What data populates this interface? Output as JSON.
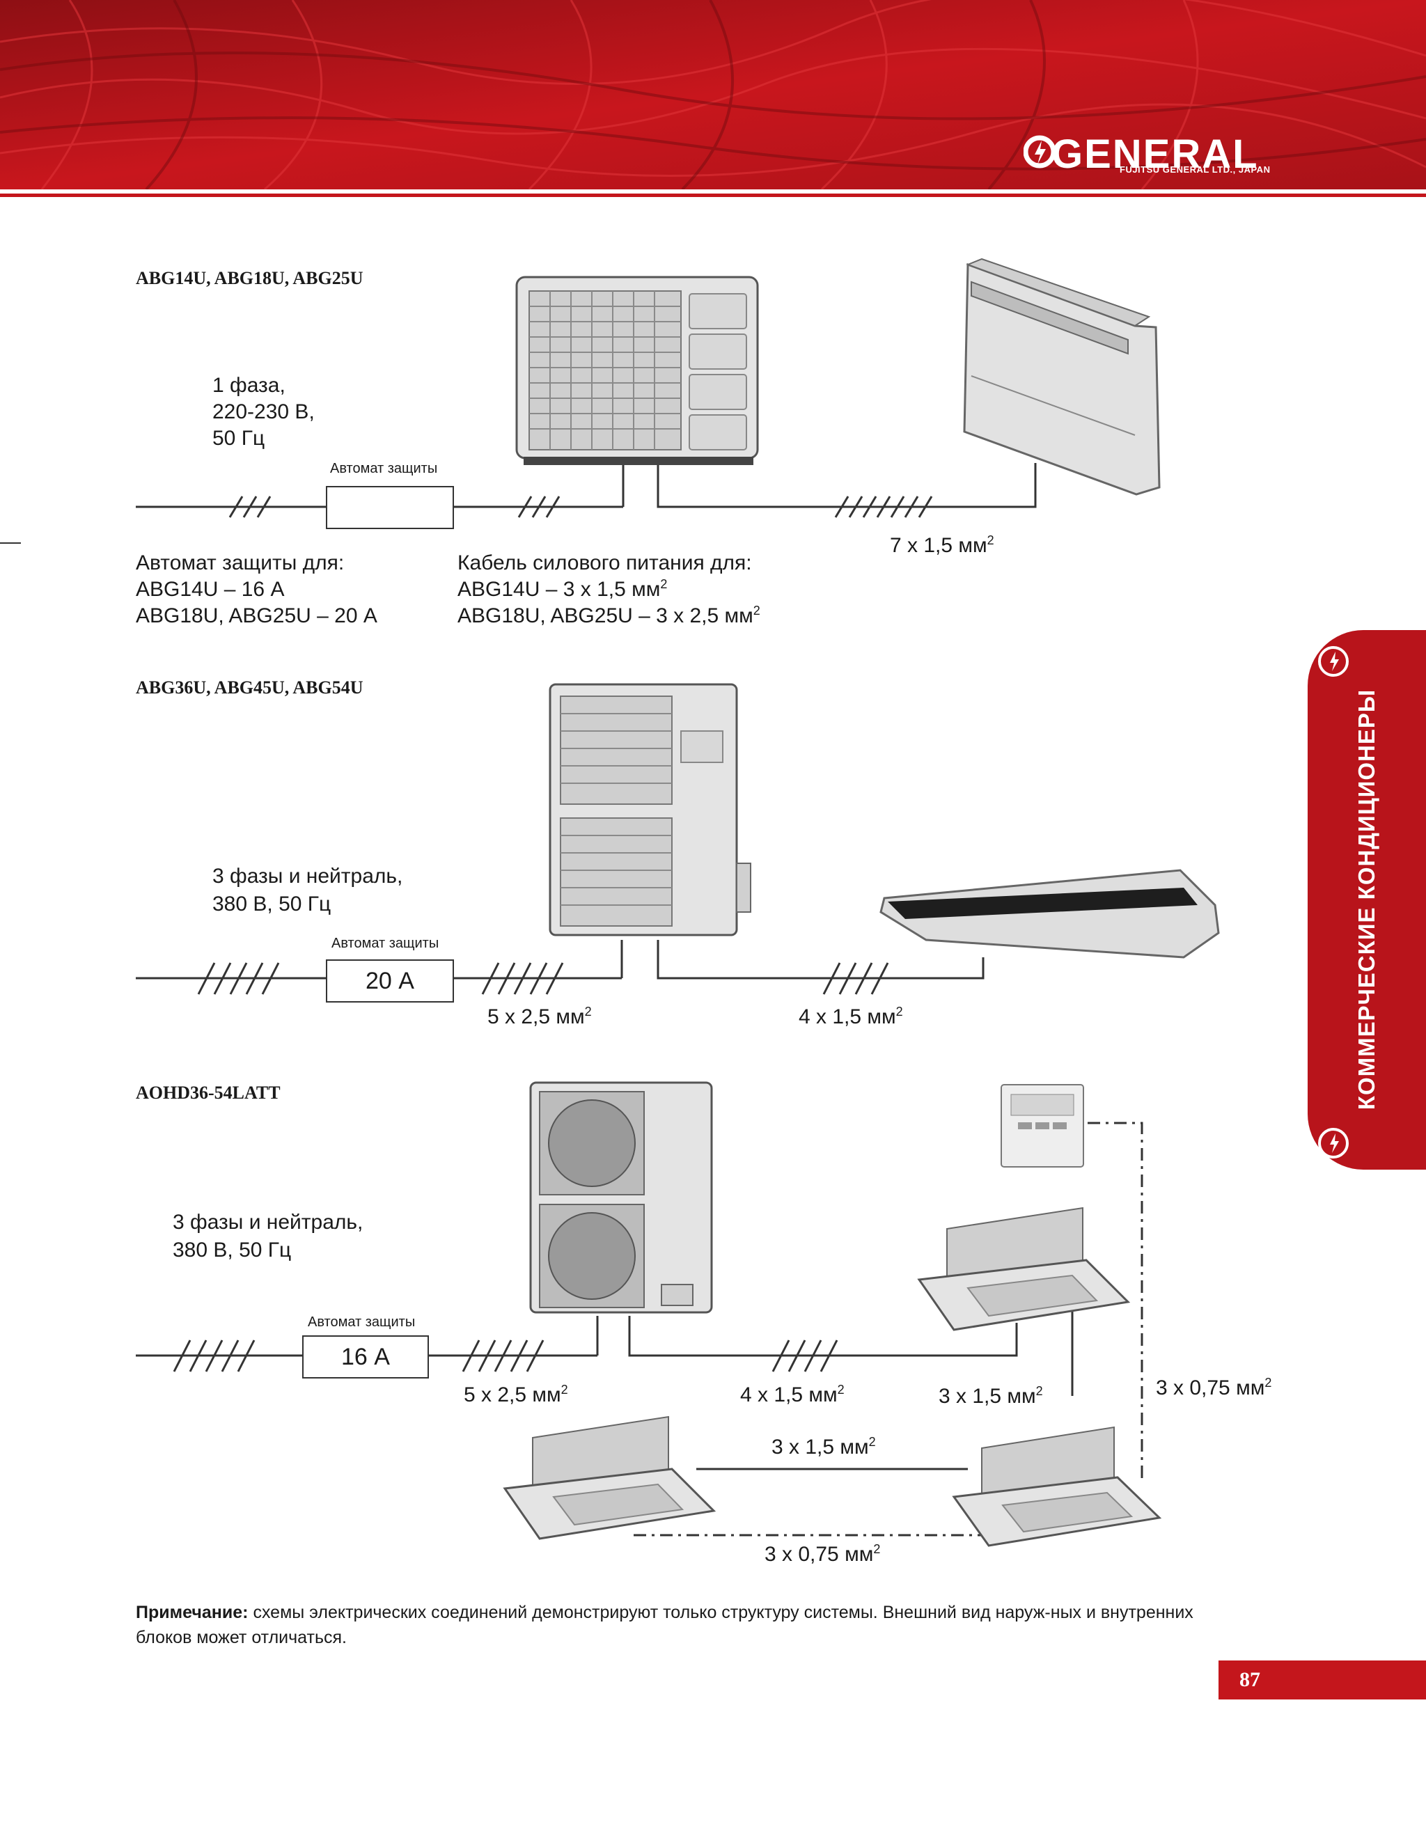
{
  "brand": {
    "logo": "GENERAL",
    "sub": "FUJITSU GENERAL LTD., JAPAN",
    "accent": "#c4161c"
  },
  "side_tab": {
    "label": "КОММЕРЧЕСКИЕ КОНДИЦИОНЕРЫ"
  },
  "page_number": "87",
  "sections": [
    {
      "title": "ABG14U, ABG18U, ABG25U",
      "power": [
        "1 фаза,",
        "220-230 В,",
        "50 Гц"
      ],
      "breaker_label": "Автомат защиты",
      "breaker_value": "",
      "cable_right": "7 x 1,5 мм",
      "breaker_note": [
        "Автомат защиты для:",
        "ABG14U – 16 А",
        "ABG18U, ABG25U – 20 А"
      ],
      "cable_note": [
        "Кабель силового питания для:",
        "ABG14U – 3 x 1,5 мм",
        "ABG18U, ABG25U – 3 x 2,5 мм"
      ]
    },
    {
      "title": "ABG36U, ABG45U, ABG54U",
      "power": [
        "3 фазы и нейтраль,",
        "380 В, 50 Гц"
      ],
      "breaker_label": "Автомат защиты",
      "breaker_value": "20 А",
      "cable_power": "5 x 2,5 мм",
      "cable_right": "4 x 1,5 мм"
    },
    {
      "title": "AOHD36-54LATT",
      "power": [
        "3 фазы и нейтраль,",
        "380 В, 50 Гц"
      ],
      "breaker_label": "Автомат защиты",
      "breaker_value": "16 А",
      "cable_power": "5 x 2,5 мм",
      "cable_indoor": "4 x 1,5 мм",
      "cable_unit1": "3 x 1,5 мм",
      "cable_remote": "3 x 0,75 мм",
      "cable_between": "3 x 1,5 мм",
      "cable_bottom": "3 x 0,75 мм"
    }
  ],
  "note": {
    "bold": "Примечание:",
    "text": " схемы электрических соединений демонстрируют только структуру системы. Внешний вид наруж-ных и внутренних блоков может отличаться."
  },
  "superscript": "2"
}
